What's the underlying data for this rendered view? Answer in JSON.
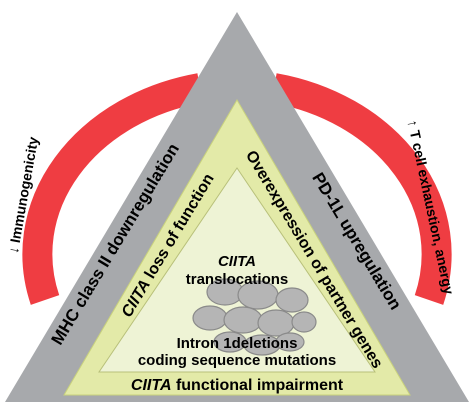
{
  "ring": {
    "left_label": "↓ Immunogenicity",
    "right_label": "↑ T cell exhaustion, anergy",
    "color": "#ef3d42"
  },
  "outer_triangle": {
    "color": "#a7a9ac",
    "left_side": "MHC class II downregulation",
    "right_side": "PD-1L upregulation"
  },
  "middle_triangle": {
    "color": "#e3eaa8",
    "left_side_italic": "CIITA",
    "left_side_rest": " loss of function",
    "right_side": "Overexpression of partner genes",
    "bottom_italic": "CIITA",
    "bottom_rest": " functional impairment"
  },
  "inner_triangle": {
    "color": "#eef3d5",
    "title_italic": "CIITA",
    "title_line2": "translocations",
    "line3": "Intron 1deletions",
    "line4": "coding sequence mutations"
  }
}
